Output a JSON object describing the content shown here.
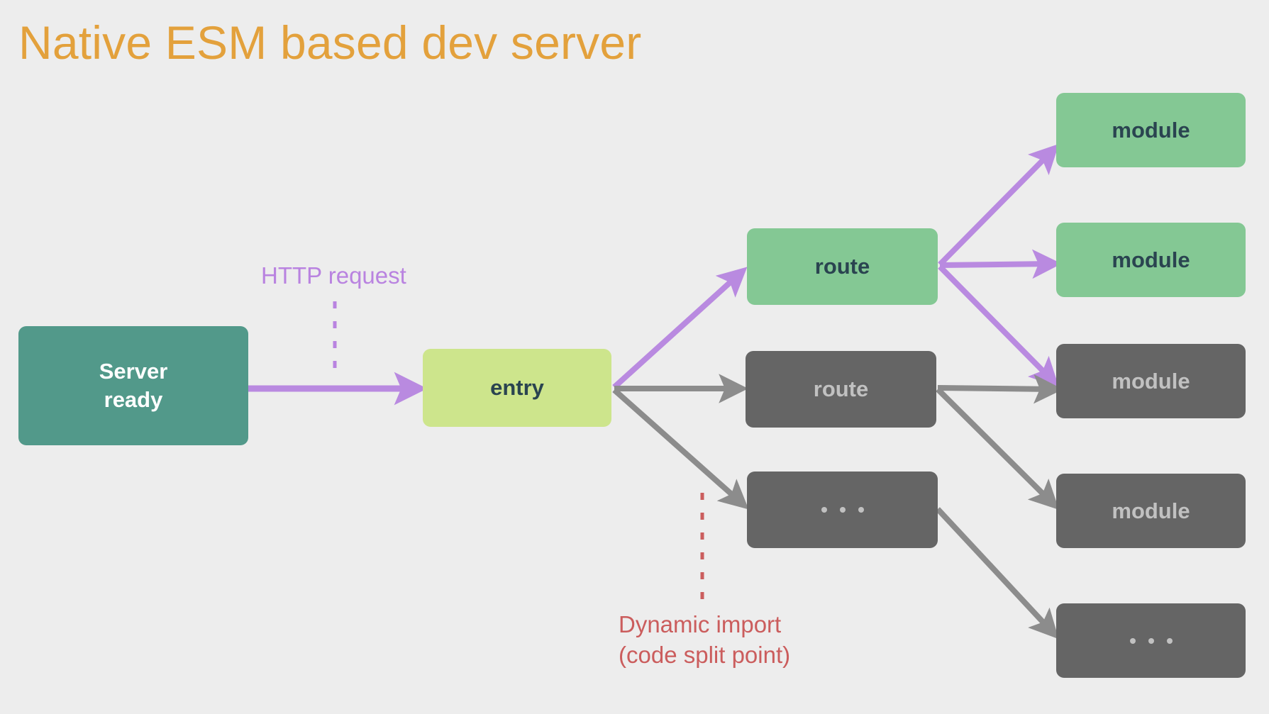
{
  "page": {
    "background_color": "#ededed",
    "title": "Native ESM based dev server",
    "title_color": "#e3a13c"
  },
  "palette": {
    "server_box": "#52998a",
    "entry_box": "#cde58c",
    "active_green": "#84c894",
    "inactive_gray": "#656565",
    "active_arrow": "#b98ae0",
    "inactive_arrow": "#8c8c8c",
    "http_label": "#b983e0",
    "dynamic_label": "#cb5d5d",
    "dark_text": "#2a4450",
    "gray_text": "#c1c1c1",
    "white_text": "#ffffff"
  },
  "nodes": {
    "server": {
      "label": "Server\nready",
      "line1": "Server",
      "line2": "ready",
      "state": "ready"
    },
    "entry": {
      "label": "entry",
      "state": "active"
    },
    "route_active": {
      "label": "route",
      "state": "active"
    },
    "route_inactive": {
      "label": "route",
      "state": "inactive"
    },
    "route_ellipsis": {
      "label": "...",
      "state": "inactive"
    },
    "module_1": {
      "label": "module",
      "state": "active"
    },
    "module_2": {
      "label": "module",
      "state": "active"
    },
    "module_3": {
      "label": "module",
      "state": "inactive"
    },
    "module_4": {
      "label": "module",
      "state": "inactive"
    },
    "module_ellipsis": {
      "label": "...",
      "state": "inactive"
    }
  },
  "annotations": {
    "http_request": "HTTP request",
    "dynamic_import": "Dynamic import\n(code split point)"
  },
  "edges": [
    {
      "from": "server",
      "to": "entry",
      "color": "active"
    },
    {
      "from": "entry",
      "to": "route_active",
      "color": "active"
    },
    {
      "from": "entry",
      "to": "route_inactive",
      "color": "inactive"
    },
    {
      "from": "entry",
      "to": "route_ellipsis",
      "color": "inactive"
    },
    {
      "from": "route_active",
      "to": "module_1",
      "color": "active"
    },
    {
      "from": "route_active",
      "to": "module_2",
      "color": "active"
    },
    {
      "from": "route_active",
      "to": "module_3",
      "color": "active"
    },
    {
      "from": "route_inactive",
      "to": "module_3",
      "color": "inactive"
    },
    {
      "from": "route_inactive",
      "to": "module_4",
      "color": "inactive"
    },
    {
      "from": "route_ellipsis",
      "to": "module_ellipsis",
      "color": "inactive"
    }
  ]
}
